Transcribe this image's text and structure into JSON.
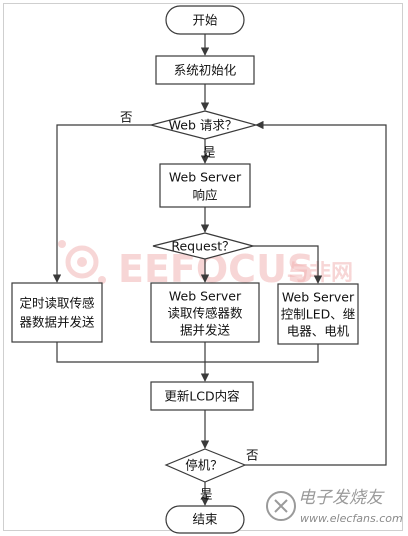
{
  "nodes": {
    "start": "开始",
    "init": "系统初始化",
    "web_request": "Web 请求？",
    "web_response_line1": "Web Server",
    "web_response_line2": "响应",
    "request_decision": "Request？",
    "timed_read_line1": "定时读取传感",
    "timed_read_line2": "器数据并发送",
    "server_read_line1": "Web Server",
    "server_read_line2": "读取传感器数",
    "server_read_line3": "据并发送",
    "server_control_line1": "Web Server",
    "server_control_line2": "控制LED、继",
    "server_control_line3": "电器、电机",
    "update_lcd": "更新LCD内容",
    "stop_decision": "停机？",
    "end": "结束"
  },
  "labels": {
    "web_no": "否",
    "web_yes": "是",
    "stop_no": "否",
    "stop_yes": "是"
  },
  "watermarks": {
    "eefocus_main": "EEFOCUS",
    "eefocus_cn": "与非网",
    "elecfans_cn": "电子发烧友",
    "elecfans_url": "www.elecfans.com"
  },
  "colors": {
    "node_fill": "#ffffff",
    "node_stroke": "#3a3a3a",
    "line": "#3a3a3a",
    "watermark_red": "#f2b5b5"
  }
}
